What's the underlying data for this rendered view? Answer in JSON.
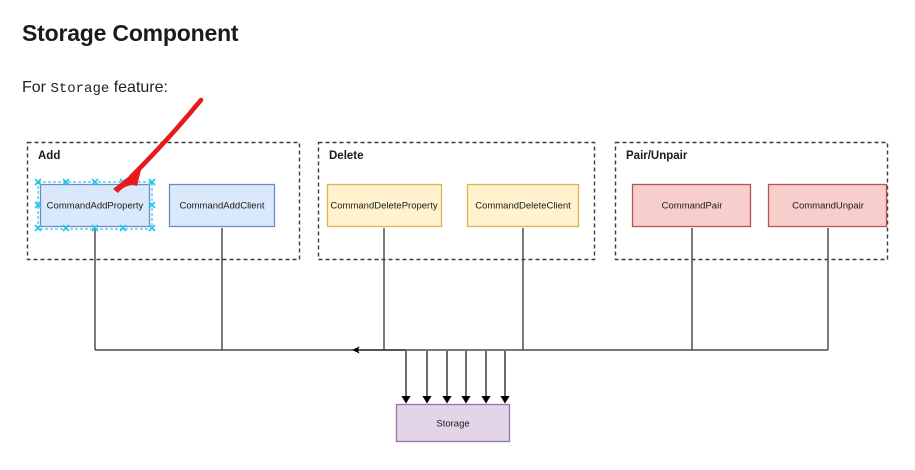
{
  "page": {
    "title": "Storage Component",
    "intro_prefix": "For ",
    "intro_code": "Storage",
    "intro_suffix": " feature:"
  },
  "colors": {
    "add_fill": "#dae8fc",
    "add_stroke": "#6c8ebf",
    "delete_fill": "#fff2cc",
    "delete_stroke": "#d6b656",
    "pair_fill": "#f8cecc",
    "pair_stroke": "#b85450",
    "storage_fill": "#e1d5e7",
    "storage_stroke": "#9673a6",
    "annotation": "#e8191b",
    "selection": "#29c3f0",
    "edge": "#4d4d4d"
  },
  "groups": [
    {
      "id": "add",
      "label": "Add"
    },
    {
      "id": "delete",
      "label": "Delete"
    },
    {
      "id": "pair",
      "label": "Pair/Unpair"
    }
  ],
  "nodes": [
    {
      "id": "command-add-property",
      "label": "CommandAddProperty",
      "group": "add",
      "selected": true
    },
    {
      "id": "command-add-client",
      "label": "CommandAddClient",
      "group": "add",
      "selected": false
    },
    {
      "id": "command-delete-property",
      "label": "CommandDeleteProperty",
      "group": "delete",
      "selected": false
    },
    {
      "id": "command-delete-client",
      "label": "CommandDeleteClient",
      "group": "delete",
      "selected": false
    },
    {
      "id": "command-pair",
      "label": "CommandPair",
      "group": "pair",
      "selected": false
    },
    {
      "id": "command-unpair",
      "label": "CommandUnpair",
      "group": "pair",
      "selected": false
    }
  ],
  "storage_node": {
    "id": "storage",
    "label": "Storage"
  },
  "annotation": {
    "type": "red-arrow",
    "points_to": "command-add-property"
  }
}
